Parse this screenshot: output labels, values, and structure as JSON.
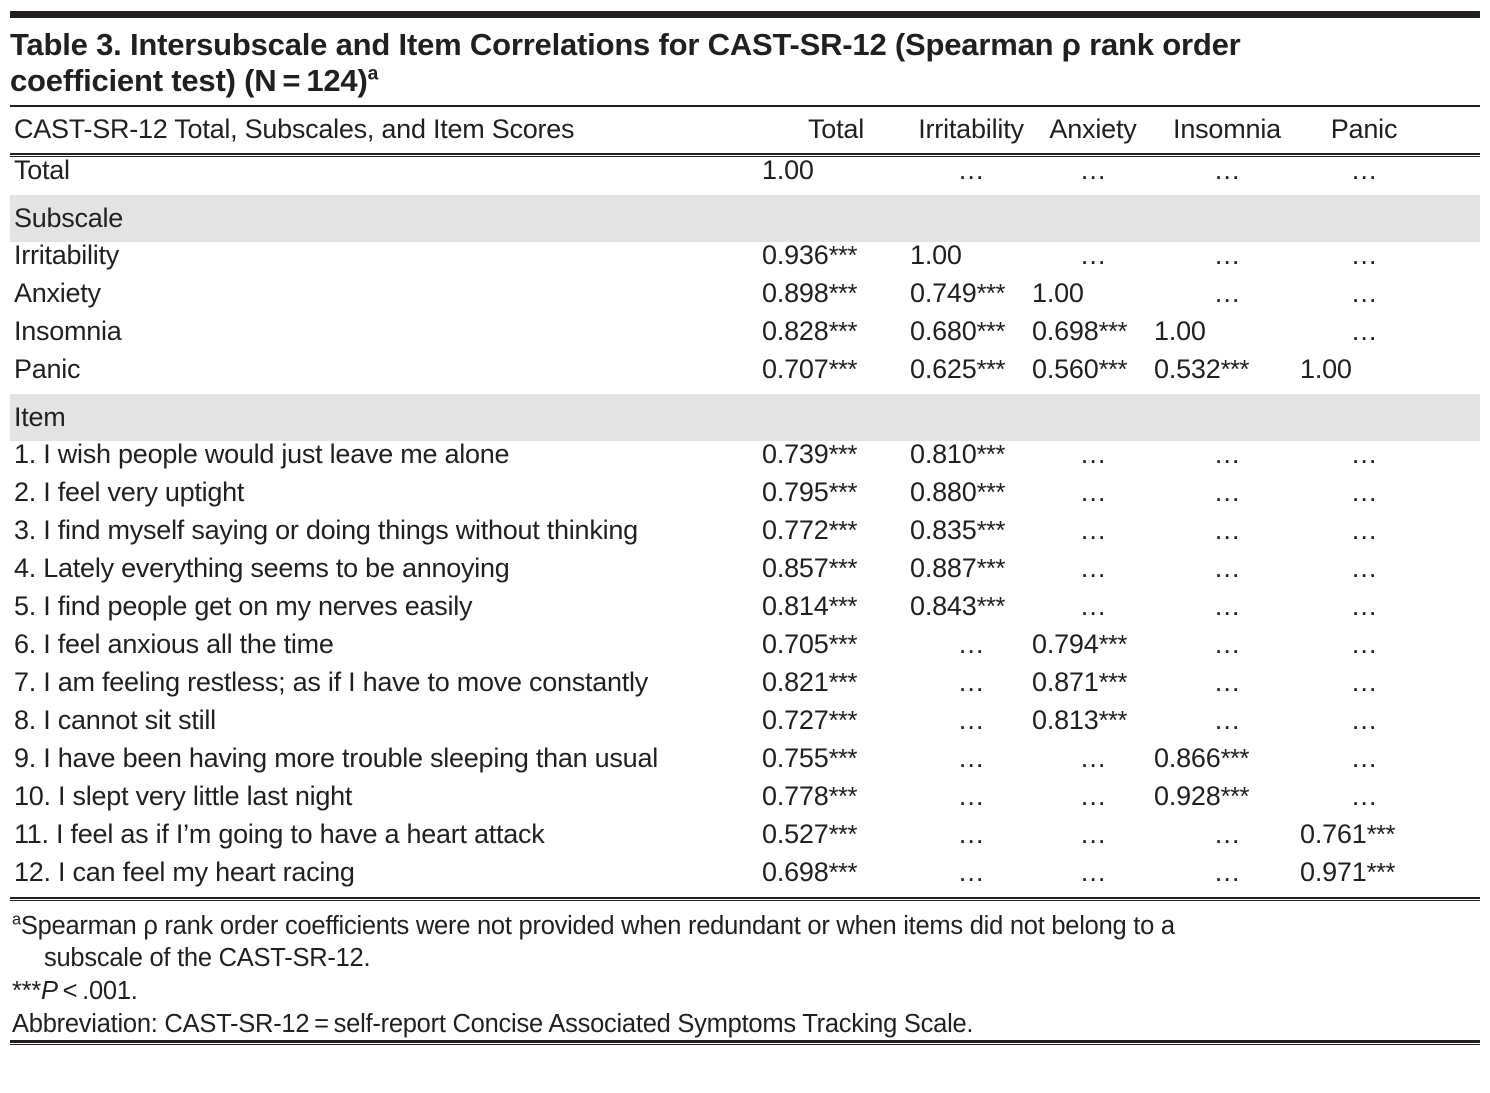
{
  "title": {
    "text": "Table 3. Intersubscale and Item Correlations for CAST-SR-12 (Spearman ρ rank order coefficient test) (N = 124)",
    "superscript": "a"
  },
  "columns": {
    "label": "CAST-SR-12 Total, Subscales, and Item Scores",
    "total": "Total",
    "irritability": "Irritability",
    "anxiety": "Anxiety",
    "insomnia": "Insomnia",
    "panic": "Panic"
  },
  "ellipsis": "…",
  "rows": [
    {
      "type": "data",
      "label": "Total",
      "total": "1.00",
      "irritability": "…",
      "anxiety": "…",
      "insomnia": "…",
      "panic": "…"
    },
    {
      "type": "band",
      "label": "Subscale"
    },
    {
      "type": "data",
      "label": "Irritability",
      "total": "0.936***",
      "irritability": "1.00",
      "anxiety": "…",
      "insomnia": "…",
      "panic": "…"
    },
    {
      "type": "data",
      "label": "Anxiety",
      "total": "0.898***",
      "irritability": "0.749***",
      "anxiety": "1.00",
      "insomnia": "…",
      "panic": "…"
    },
    {
      "type": "data",
      "label": "Insomnia",
      "total": "0.828***",
      "irritability": "0.680***",
      "anxiety": "0.698***",
      "insomnia": "1.00",
      "panic": "…"
    },
    {
      "type": "data",
      "label": "Panic",
      "total": "0.707***",
      "irritability": "0.625***",
      "anxiety": "0.560***",
      "insomnia": "0.532***",
      "panic": "1.00"
    },
    {
      "type": "band",
      "label": "Item"
    },
    {
      "type": "data",
      "label": "1. I wish people would just leave me alone",
      "total": "0.739***",
      "irritability": "0.810***",
      "anxiety": "…",
      "insomnia": "…",
      "panic": "…"
    },
    {
      "type": "data",
      "label": "2. I feel very uptight",
      "total": "0.795***",
      "irritability": "0.880***",
      "anxiety": "…",
      "insomnia": "…",
      "panic": "…"
    },
    {
      "type": "data",
      "label": "3. I find myself saying or doing things without thinking",
      "total": "0.772***",
      "irritability": "0.835***",
      "anxiety": "…",
      "insomnia": "…",
      "panic": "…"
    },
    {
      "type": "data",
      "label": "4. Lately everything seems to be annoying",
      "total": "0.857***",
      "irritability": "0.887***",
      "anxiety": "…",
      "insomnia": "…",
      "panic": "…"
    },
    {
      "type": "data",
      "label": "5. I find people get on my nerves easily",
      "total": "0.814***",
      "irritability": "0.843***",
      "anxiety": "…",
      "insomnia": "…",
      "panic": "…"
    },
    {
      "type": "data",
      "label": "6. I feel anxious all the time",
      "total": "0.705***",
      "irritability": "…",
      "anxiety": "0.794***",
      "insomnia": "…",
      "panic": "…"
    },
    {
      "type": "data",
      "label": "7. I am feeling restless; as if I have to move constantly",
      "total": "0.821***",
      "irritability": "…",
      "anxiety": "0.871***",
      "insomnia": "…",
      "panic": "…"
    },
    {
      "type": "data",
      "label": "8. I cannot sit still",
      "total": "0.727***",
      "irritability": "…",
      "anxiety": "0.813***",
      "insomnia": "…",
      "panic": "…"
    },
    {
      "type": "data",
      "label": "9. I have been having more trouble sleeping than usual",
      "total": "0.755***",
      "irritability": "…",
      "anxiety": "…",
      "insomnia": "0.866***",
      "panic": "…"
    },
    {
      "type": "data",
      "label": "10. I slept very little last night",
      "total": "0.778***",
      "irritability": "…",
      "anxiety": "…",
      "insomnia": "0.928***",
      "panic": "…"
    },
    {
      "type": "data",
      "label": "11. I feel as if I’m going to have a heart attack",
      "total": "0.527***",
      "irritability": "…",
      "anxiety": "…",
      "insomnia": "…",
      "panic": "0.761***"
    },
    {
      "type": "data",
      "label": "12. I can feel my heart racing",
      "total": "0.698***",
      "irritability": "…",
      "anxiety": "…",
      "insomnia": "…",
      "panic": "0.971***"
    }
  ],
  "footnotes": {
    "marker_a": "a",
    "note_a_line1": "Spearman ρ rank order coefficients were not provided when redundant or when items did not belong to a",
    "note_a_line2": "subscale of the CAST-SR-12.",
    "note_p_stars": "***",
    "note_p_italic": "P",
    "note_p_rest": " < .001.",
    "note_abbrev": "Abbreviation: CAST-SR-12 = self-report Concise Associated Symptoms Tracking Scale."
  },
  "colors": {
    "rule": "#231f20",
    "band": "#e3e3e3",
    "text": "#221f1f",
    "background": "#ffffff"
  }
}
